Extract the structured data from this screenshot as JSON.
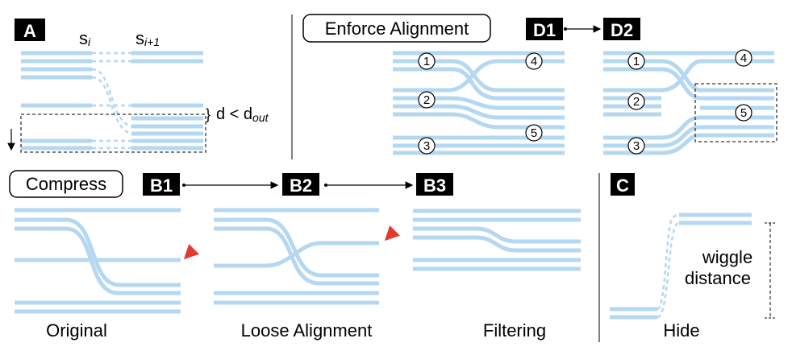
{
  "panels": {
    "A": {
      "badge": "A",
      "seg_left": "s",
      "seg_left_sub": "i",
      "seg_right": "s",
      "seg_right_sub": "i+1",
      "dist_main": "d < d",
      "dist_sub": "out"
    },
    "enforce": {
      "title": "Enforce Alignment",
      "badge_d1": "D1",
      "badge_d2": "D2",
      "markers": [
        "1",
        "2",
        "3",
        "4",
        "5"
      ]
    },
    "compress": {
      "title": "Compress",
      "badge_b1": "B1",
      "badge_b2": "B2",
      "badge_b3": "B3",
      "caption_b1": "Original",
      "caption_b2": "Loose Alignment",
      "caption_b3": "Filtering"
    },
    "C": {
      "badge": "C",
      "label_line1": "wiggle",
      "label_line2": "distance",
      "caption": "Hide"
    }
  },
  "colors": {
    "track": "#b4d8f2",
    "arrow": "#e23b2e",
    "badge_bg": "#000000"
  }
}
